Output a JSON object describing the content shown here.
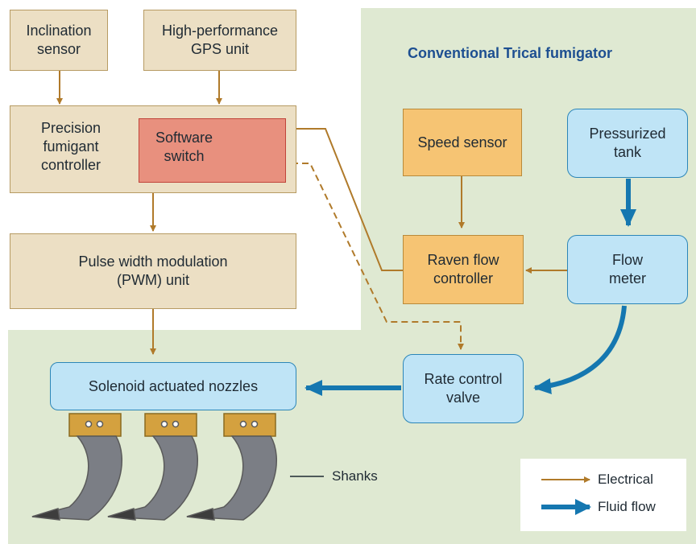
{
  "diagram": {
    "title": "Conventional Trical fumigator",
    "nodes": {
      "inclination_sensor": "Inclination\nsensor",
      "gps_unit": "High-performance\nGPS unit",
      "controller": "Precision\nfumigant\ncontroller",
      "software_switch": "Software\nswitch",
      "pwm_unit": "Pulse width modulation\n(PWM) unit",
      "speed_sensor": "Speed sensor",
      "pressurized_tank": "Pressurized\ntank",
      "raven_controller": "Raven flow\ncontroller",
      "flow_meter": "Flow\nmeter",
      "rate_valve": "Rate control\nvalve",
      "nozzles": "Solenoid actuated nozzles"
    },
    "shanks_label": "Shanks",
    "legend": {
      "electrical": "Electrical",
      "fluid_flow": "Fluid flow"
    },
    "colors": {
      "electrical": "#b07a2a",
      "fluid": "#1577b0",
      "title": "#1d4f91",
      "background_green": "#dfe9d2"
    }
  }
}
